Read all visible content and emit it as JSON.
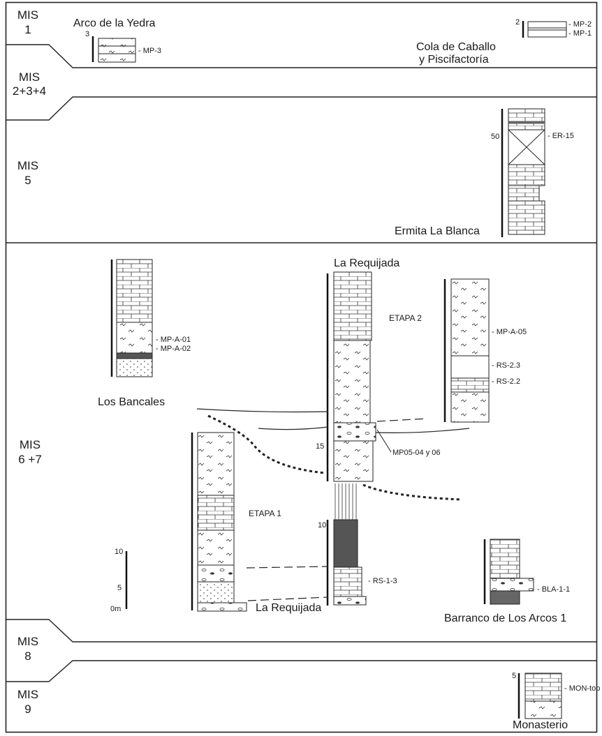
{
  "stages": {
    "mis1": [
      "MIS",
      "1"
    ],
    "mis234": [
      "MIS",
      "2+3+4"
    ],
    "mis5": [
      "MIS",
      "5"
    ],
    "mis67": [
      "MIS",
      "6 +7"
    ],
    "mis8": [
      "MIS",
      "8"
    ],
    "mis9": [
      "MIS",
      "9"
    ]
  },
  "localities": {
    "arco": "Arco de la Yedra",
    "cola": [
      "Cola de Caballo",
      "y Piscifactoría"
    ],
    "ermita": "Ermita La Blanca",
    "requijada_top": "La Requijada",
    "requijada_bottom": "La Requijada",
    "bancales": "Los Bancales",
    "barranco": "Barranco de Los Arcos 1",
    "monasterio": "Monasterio"
  },
  "samples": {
    "mp3": "- MP-3",
    "mp2": "- MP-2",
    "mp1": "- MP-1",
    "er15": "- ER-15",
    "mpa01": "- MP-A-01",
    "mpa02": "- MP-A-02",
    "mpa05": "- MP-A-05",
    "rs23": "- RS-2.3",
    "rs22": "- RS-2.2",
    "mp0504": "MP05-04 y 06",
    "rs13": "- RS-1-3",
    "bla11": "- BLA-1-1",
    "montop": "- MON-top"
  },
  "etapas": {
    "etapa2": "ETAPA 2",
    "etapa1": "ETAPA 1"
  },
  "column_marks": {
    "arco": "3",
    "cola": "2",
    "ermita": "50",
    "requijada_mid": "15",
    "requijada_low": "10",
    "monasterio": "5"
  },
  "scale": [
    "10",
    "5",
    "0m"
  ]
}
